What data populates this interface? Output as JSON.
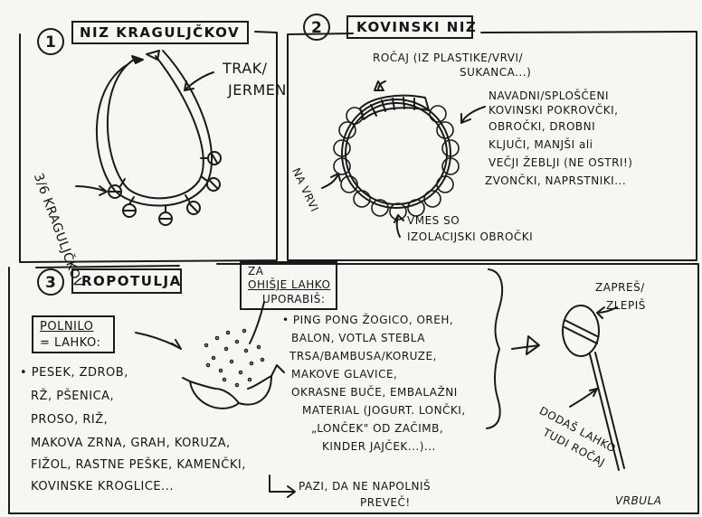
{
  "panel1": {
    "number": "1",
    "title": "NIZ KRAGULJČKOV",
    "label_strap": [
      "TRAK/",
      "JERMEN"
    ],
    "label_bells": [
      "3/6 KRAGULJČKOV"
    ]
  },
  "panel2": {
    "number": "2",
    "title": "KOVINSKI NIZ",
    "label_handle": [
      "ROČAJ (IZ PLASTIKE/VRVI/",
      "SUKANCA...)"
    ],
    "label_items": [
      "NAVADNI/SPLOŠČENI",
      "KOVINSKI POKROVČKI,",
      "OBROČKI, DROBNI",
      "KLJUČI, MANJŠI ali",
      "VEČJI ŽEBLJI (NE OSTRI!)",
      "ZVONČKI, NAPRSTNIKI..."
    ],
    "label_string": "NA VRVI",
    "label_rings": [
      "VMES SO",
      "IZOLACIJSKI OBROČKI"
    ]
  },
  "panel3": {
    "number": "3",
    "title": "ROPOTULJA",
    "shell_title": [
      "ZA",
      "OHIŠJE LAHKO",
      "UPORABIŠ:"
    ],
    "fill_title": [
      "POLNILO",
      "= LAHKO:"
    ],
    "fill_items": [
      "• PESEK, ZDROB,",
      "RŽ, PŠENICA,",
      "PROSO, RIŽ,",
      "MAKOVA ZRNA, GRAH, KORUZA,",
      "FIŽOL, RASTNE PEŠKE, KAMENČKI,",
      "KOVINSKE KROGLICE..."
    ],
    "shell_items": [
      "• PING PONG ŽOGICO, OREH,",
      "BALON, VOTLA STEBLA",
      "TRSA/BAMBUSA/KORUZE,",
      "MAKOVE GLAVICE,",
      "OKRASNE BUČE, EMBALAŽNI",
      "MATERIAL (JOGURT. LONČKI,",
      "„LONČEK\" OD ZAČIMB,",
      "KINDER JAJČEK...)..."
    ],
    "warning": [
      "PAZI, DA NE NAPOLNIŠ",
      "PREVEČ!"
    ],
    "seal": [
      "ZAPREŠ/",
      "ZLEPIŠ"
    ],
    "handle_note": [
      "DODAŠ LAHKO",
      "TUDI ROČAJ"
    ],
    "signature": "VRBULA"
  }
}
